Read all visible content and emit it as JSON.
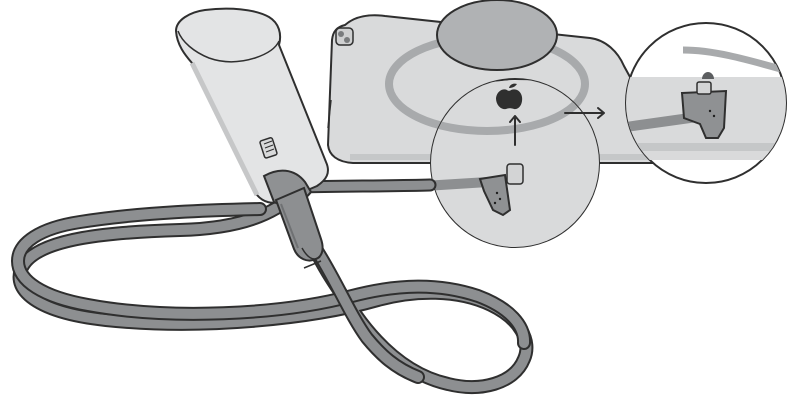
{
  "diagram": {
    "kind": "illustration",
    "subject_parts": [
      "ultrasound-probe",
      "probe-cable",
      "tablet-back",
      "magnetic-ring",
      "apple-logo-icon",
      "usb-c-connector",
      "zoom-callout-left",
      "zoom-callout-right",
      "up-arrow-icon",
      "right-arrow-icon"
    ],
    "colors": {
      "outline": "#2f2f2f",
      "cable": "#8d8f91",
      "cable_dark": "#6f7173",
      "tablet": "#d9dadb",
      "tablet_edge": "#c5c7c8",
      "ring": "#a8aaac",
      "probe_body": "#e3e4e5",
      "connector": "#8f9193",
      "background": "#ffffff"
    }
  }
}
